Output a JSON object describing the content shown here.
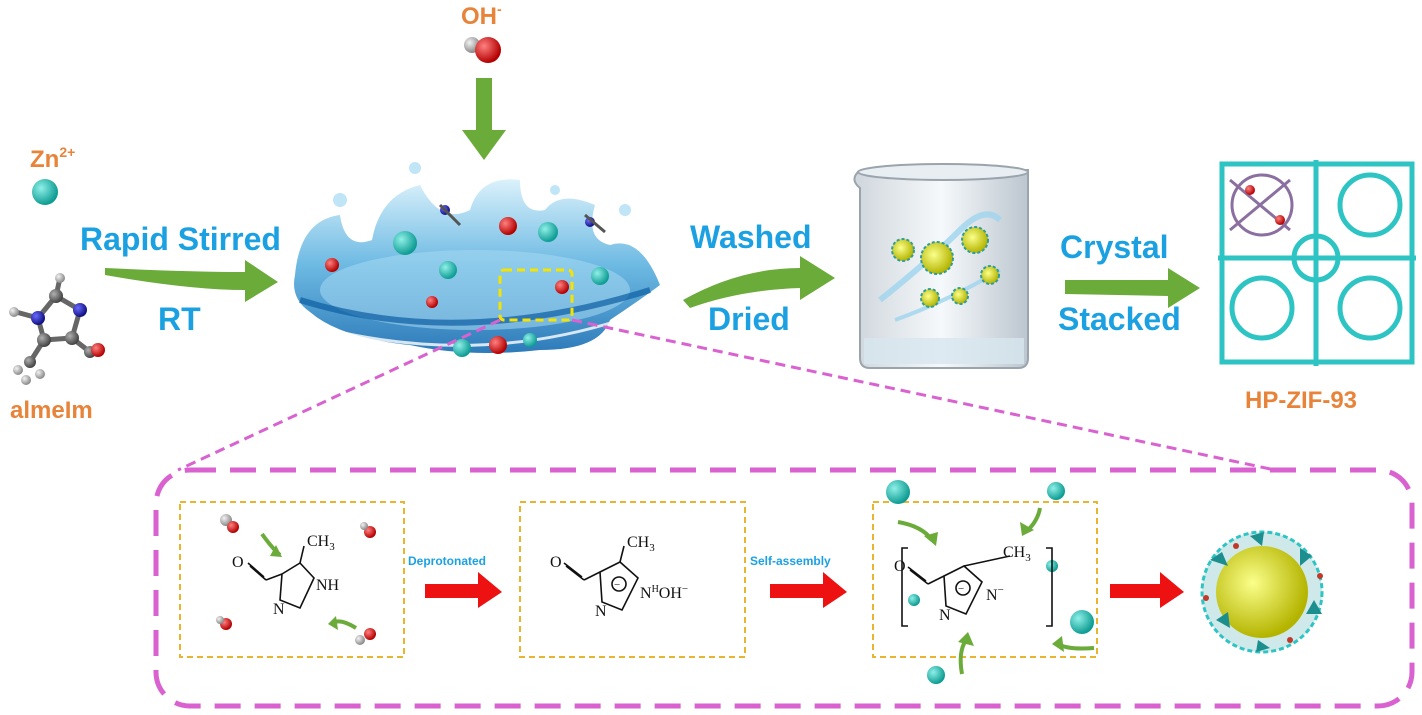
{
  "reagents": {
    "hydroxide": "OH",
    "hydroxide_charge": "-",
    "zinc": "Zn",
    "zinc_charge": "2+",
    "linker": "almeIm"
  },
  "steps": {
    "step1_top": "Rapid Stirred",
    "step1_bottom": "RT",
    "step2_top": "Washed",
    "step2_bottom": "Dried",
    "step3_top": "Crystal",
    "step3_bottom": "Stacked"
  },
  "product": "HP-ZIF-93",
  "mechanism": {
    "arrow1_label": "Deprotonated",
    "arrow2_label": "Self-assembly",
    "methyl": "CH",
    "methyl_sub": "3",
    "oxygen": "O",
    "nitrogen": "N",
    "nh": "NH",
    "h_bond": "H",
    "hydroxide_ion": "OH",
    "minus": "−",
    "n_minus": "N"
  },
  "colors": {
    "label_blue": "#1ba1e2",
    "label_orange": "#e8843a",
    "green_arrow": "#6aab3a",
    "red_arrow": "#ee1111",
    "zinc_teal": "#20b2aa",
    "frame_magenta": "#d962d0",
    "box_yellow": "#e8b530"
  }
}
